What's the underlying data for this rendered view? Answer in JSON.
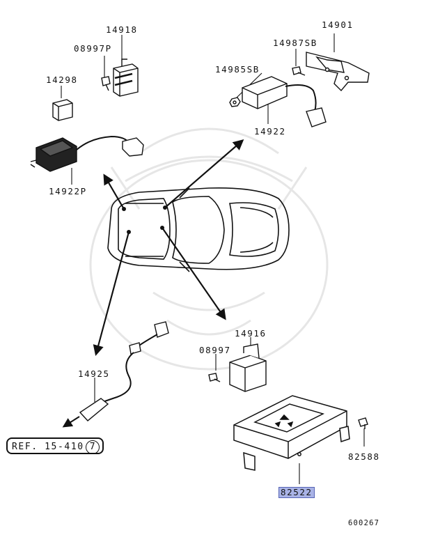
{
  "parts": {
    "p14918": "14918",
    "p08997P": "08997P",
    "p14298": "14298",
    "p14922P": "14922P",
    "p14985SB": "14985SB",
    "p14987SB": "14987SB",
    "p14901": "14901",
    "p14922": "14922",
    "p14916": "14916",
    "p08997": "08997",
    "p14925": "14925",
    "p82588": "82588",
    "p82522": "82522"
  },
  "reference": {
    "prefix": "REF. 15-410",
    "circled": "7"
  },
  "diagram_code": "600267",
  "colors": {
    "line": "#111111",
    "highlight": "#a9b3e6",
    "watermark": "#e4e4e4"
  }
}
